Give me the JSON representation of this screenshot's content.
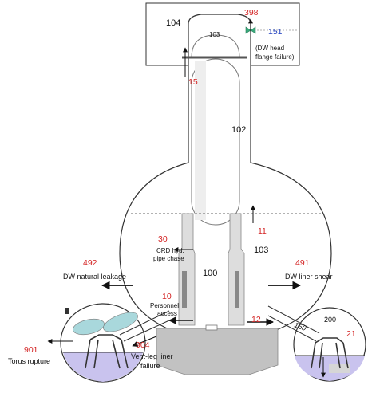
{
  "regions": {
    "r104": "104",
    "r103_head": "103",
    "r102": "102",
    "r103_body": "103",
    "r100": "100",
    "r200": "200",
    "r150": "150"
  },
  "flow_paths": {
    "p398": "398",
    "p151": "151",
    "p15": "15",
    "p11": "11",
    "p30": "30",
    "p492": "492",
    "p491": "491",
    "p10": "10",
    "p12": "12",
    "p21": "21",
    "p904": "904",
    "p901": "901"
  },
  "labels": {
    "dw_head_line1": "(DW head",
    "dw_head_line2": "flange failure)",
    "crd_line1": "CRD hyd.",
    "crd_line2": "pipe chase",
    "dw_natural_leakage": "DW natural leakage",
    "dw_liner_shear": "DW liner shear",
    "personnel_line1": "Personnel",
    "personnel_line2": "access",
    "vent_leg_line1": "Vent-leg liner",
    "vent_leg_line2": "failure",
    "torus_rupture": "Torus rupture"
  },
  "colors": {
    "red": "#d42424",
    "blue": "#2040c0",
    "pool": "#c9c3ee",
    "puddle": "#a9d8dc",
    "pedestal": "#c2c2c2"
  }
}
